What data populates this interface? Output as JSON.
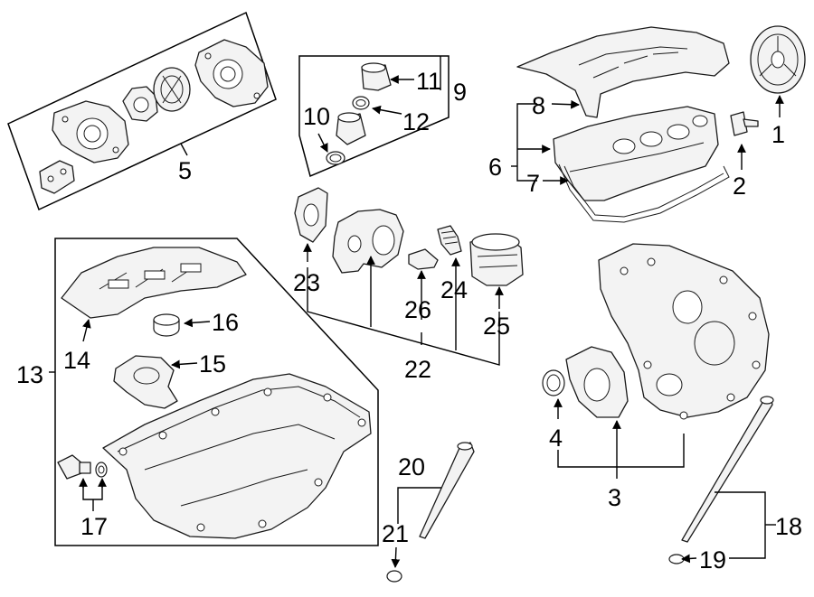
{
  "callouts": {
    "c1": "1",
    "c2": "2",
    "c3": "3",
    "c4": "4",
    "c5": "5",
    "c6": "6",
    "c7": "7",
    "c8": "8",
    "c9": "9",
    "c10": "10",
    "c11": "11",
    "c12": "12",
    "c13": "13",
    "c14": "14",
    "c15": "15",
    "c16": "16",
    "c17": "17",
    "c18": "18",
    "c19": "19",
    "c20": "20",
    "c21": "21",
    "c22": "22",
    "c23": "23",
    "c24": "24",
    "c25": "25",
    "c26": "26"
  },
  "colors": {
    "ink": "#000000",
    "part_fill": "#f3f3f3",
    "background": "#ffffff"
  }
}
